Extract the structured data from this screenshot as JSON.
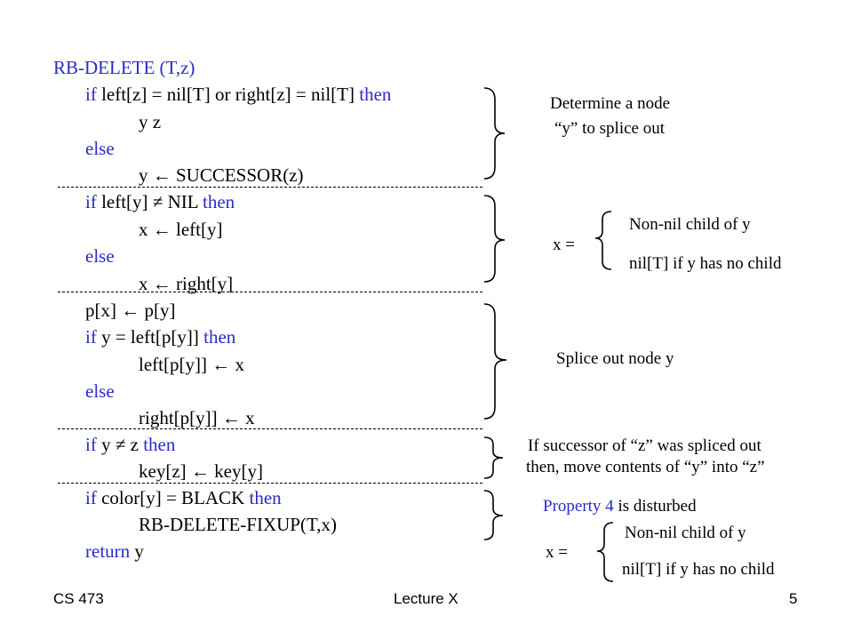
{
  "code": {
    "header": "RB-DELETE (T,z)",
    "l1_kw": "if",
    "l1_text": "left[z] = nil[T] or right[z] = nil[T]",
    "l1_then": "then",
    "l2": "y z",
    "l3": "else",
    "l4": "y ← SUCCESSOR(z)",
    "l5_kw": "if",
    "l5_text": "left[y] ≠ NIL",
    "l5_then": "then",
    "l6": "x ← left[y]",
    "l7": "else",
    "l8": "x ← right[y]",
    "l9": "p[x] ← p[y]",
    "l10_kw": "if",
    "l10_text": "y = left[p[y]]",
    "l10_then": "then",
    "l11": "left[p[y]] ← x",
    "l12": "else",
    "l13": "right[p[y]] ← x",
    "l14_kw": "if",
    "l14_text": "y ≠ z",
    "l14_then": "then",
    "l15": "key[z] ← key[y]",
    "l16_kw": "if",
    "l16_text": "color[y] = BLACK",
    "l16_then": "then",
    "l17": "RB-DELETE-FIXUP(T,x)",
    "l18_kw": "return",
    "l18_text": "y"
  },
  "notes": {
    "n1_line1": "Determine a node",
    "n1_line2": "“y” to splice out",
    "n2_x": "x =",
    "n2_opt1": "Non-nil child of y",
    "n2_opt2": "nil[T] if y has no child",
    "n3": "Splice out node y",
    "n4_line1": "If successor of “z” was spliced out",
    "n4_line2": "then, move contents of “y” into “z”",
    "n5_prop": "Property 4",
    "n5_rest": "is disturbed",
    "n5_x": "x =",
    "n5_opt1": "Non-nil child of y",
    "n5_opt2": "nil[T] if y has no child"
  },
  "footer": {
    "course": "CS 473",
    "lecture": "Lecture X",
    "page": "5"
  },
  "colors": {
    "keyword": "#2a2acb",
    "text": "#000000"
  }
}
